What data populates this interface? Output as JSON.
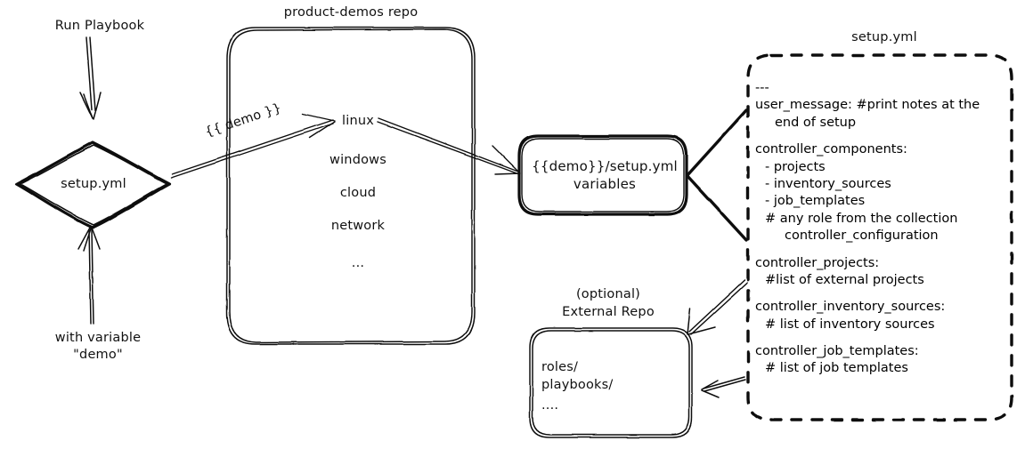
{
  "diagram": {
    "title": "product-demos setup.yml flow",
    "style": "hand-drawn sketch, black ink on white"
  },
  "entry": {
    "run_label": "Run Playbook",
    "variable_label_line1": "with variable",
    "variable_label_line2": "\"demo\""
  },
  "start_node": {
    "label": "setup.yml"
  },
  "edge_labels": {
    "demo_var": "{{ demo }}"
  },
  "repo_box": {
    "title": "product-demos repo",
    "items": [
      "linux",
      "windows",
      "cloud",
      "network",
      "..."
    ]
  },
  "vars_box": {
    "line1": "{{demo}}/setup.yml",
    "line2": "variables"
  },
  "setup_file": {
    "title": "setup.yml",
    "lines": [
      {
        "text": "---",
        "indent": 0
      },
      {
        "text": "user_message: #print notes at the",
        "indent": 0
      },
      {
        "text": "end of setup",
        "indent": 2
      },
      {
        "text": "",
        "indent": 0
      },
      {
        "text": "controller_components:",
        "indent": 0
      },
      {
        "text": "- projects",
        "indent": 1
      },
      {
        "text": "- inventory_sources",
        "indent": 1
      },
      {
        "text": "- job_templates",
        "indent": 1
      },
      {
        "text": "# any role from the collection",
        "indent": 1
      },
      {
        "text": "controller_configuration",
        "indent": 3
      },
      {
        "text": "",
        "indent": 0
      },
      {
        "text": "controller_projects:",
        "indent": 0
      },
      {
        "text": "#list of external projects",
        "indent": 1
      },
      {
        "text": "",
        "indent": 0
      },
      {
        "text": "controller_inventory_sources:",
        "indent": 0
      },
      {
        "text": "# list of inventory sources",
        "indent": 1
      },
      {
        "text": "",
        "indent": 0
      },
      {
        "text": "controller_job_templates:",
        "indent": 0
      },
      {
        "text": "# list of job templates",
        "indent": 1
      }
    ]
  },
  "external_repo": {
    "title_line1": "(optional)",
    "title_line2": "External Repo",
    "items": [
      "roles/",
      "playbooks/",
      "...."
    ]
  },
  "colors": {
    "ink": "#111111",
    "background": "#ffffff"
  }
}
